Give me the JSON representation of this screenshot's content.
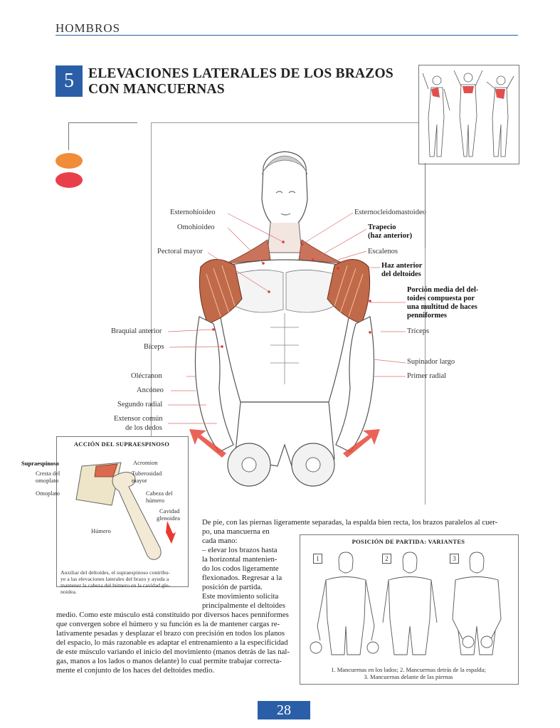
{
  "header": {
    "section": "HOMBROS"
  },
  "exercise": {
    "number": "5",
    "title_line1": "ELEVACIONES LATERALES DE LOS BRAZOS",
    "title_line2": "CON MANCUERNAS"
  },
  "colors": {
    "accent": "#2a5fa8",
    "dot_orange": "#f08c3a",
    "dot_red": "#e8404a",
    "arrow": "#e8483a"
  },
  "muscle_labels": {
    "left": [
      "Esternohioideo",
      "Omohioideo",
      "Pectoral mayor",
      "Braquial anterior",
      "Bíceps",
      "Olécranon",
      "Ancóneo",
      "Segundo radial",
      "Extensor común",
      "de los dedos"
    ],
    "right": [
      "Esternocleidomastoideo",
      "Escalenos",
      "Tríceps",
      "Supinador largo",
      "Primer radial"
    ],
    "right_bold": [
      "Trapecio",
      "(haz anterior)",
      "Haz anterior",
      "del deltoides",
      "Porción media del del-",
      "toides compuesta por",
      "una multitud de haces",
      "penniformes"
    ]
  },
  "supraspinatus_box": {
    "title": "ACCIÓN DEL SUPRAESPINOSO",
    "labels": [
      "Supraespinoso",
      "Cresta del",
      "omoplato",
      "Omoplato",
      "Acromion",
      "Tuberosidad",
      "mayor",
      "Cabeza del",
      "húmero",
      "Cavidad",
      "glenoidea",
      "Húmero"
    ],
    "caption": [
      "Auxiliar del deltoides, el supraespinoso contribu-",
      "ye a las elevaciones laterales del brazo y ayuda a",
      "mantener la cabeza del húmero en la cavidad gle-",
      "noidea."
    ]
  },
  "body_text": {
    "p1_line1": "De pie, con las piernas ligeramente separadas, la espalda bien recta, los brazos paralelos al cuer-",
    "p1_rest": [
      "po, una mancuerna en",
      "cada mano:",
      "– elevar los brazos hasta",
      "la horizontal mantenien-",
      "do los codos ligeramente",
      "flexionados. Regresar a la",
      "posición de partida.",
      "Este movimiento solicita",
      "principalmente el deltoides"
    ],
    "p2": [
      "medio. Como este músculo está constituido por diversos haces penniformes",
      "que convergen sobre el húmero y su función es la de mantener cargas re-",
      "lativamente pesadas y desplazar el brazo con precisión en todos los planos",
      "del espacio, lo más razonable es adaptar el entrenamiento a la especificidad",
      "de este músculo variando el inicio del movimiento (manos detrás de las nal-",
      "gas, manos a los lados o manos delante) lo cual permite trabajar correcta-",
      "mente el conjunto de los haces del deltoides medio."
    ]
  },
  "variants_box": {
    "title": "POSICIÓN DE PARTIDA: VARIANTES",
    "numbers": [
      "1",
      "2",
      "3"
    ],
    "caption_line1": "1. Mancuernas en los lados; 2. Mancuernas detrás de la espalda;",
    "caption_line2": "3. Mancuernas delante de las piernas"
  },
  "footer": {
    "page_number": "28"
  }
}
